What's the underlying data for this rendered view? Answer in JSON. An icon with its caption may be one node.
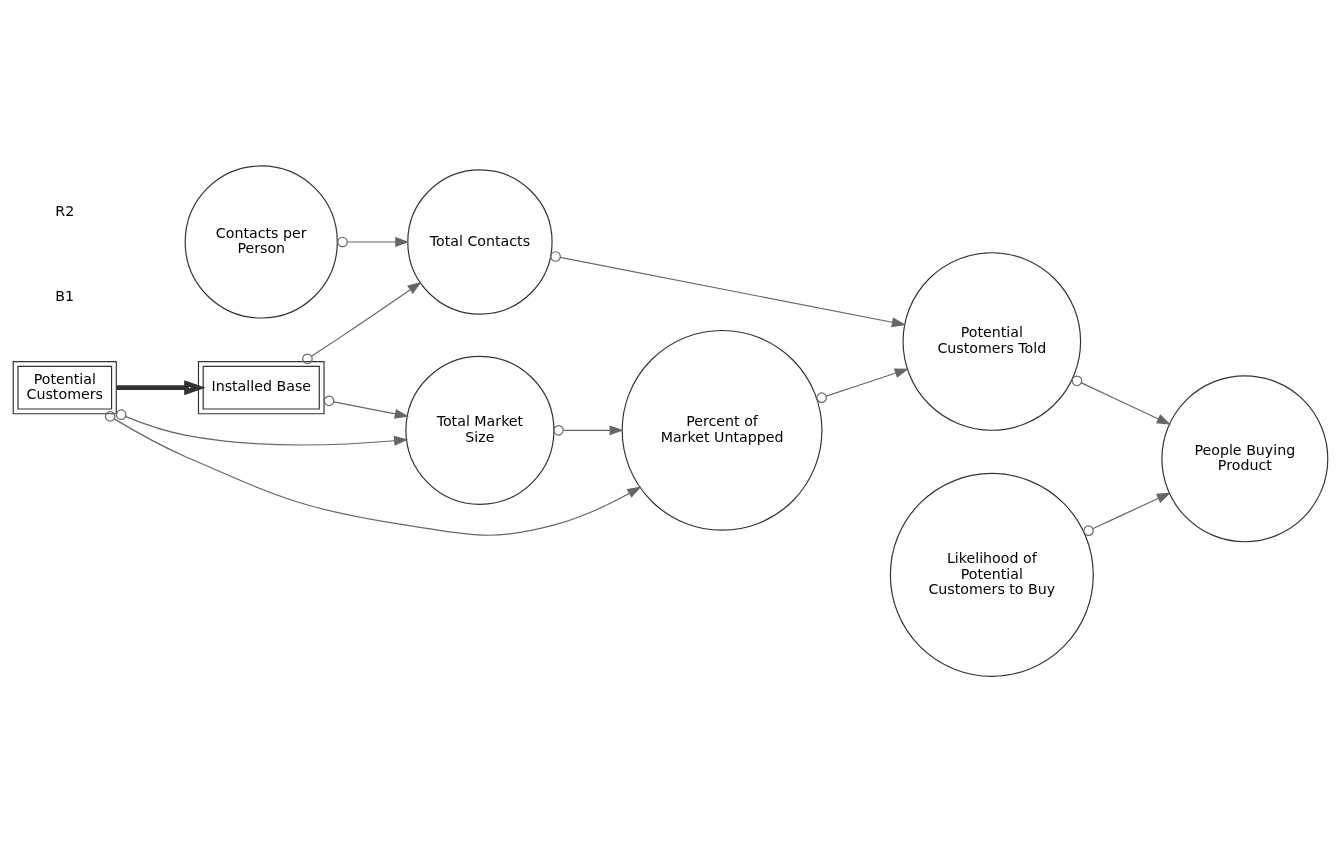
{
  "diagram": {
    "nodes": [
      {
        "text": [
          "Potential Customers"
        ]
      },
      {
        "text": [
          "Installed Base"
        ]
      },
      {
        "text": [
          "Likelihood of Potential Customers to Buy"
        ]
      },
      {
        "text": [
          "People Buying Product"
        ]
      },
      {
        "text": [
          "Percent of Market Untapped"
        ]
      },
      {
        "text": [
          "Potential Customers Told"
        ]
      },
      {
        "text": [
          "Total Contacts"
        ]
      },
      {
        "text": [
          "Contacts per Person"
        ]
      },
      {
        "text": [
          "Total Market Size"
        ]
      }
    ],
    "edges": [
      {
        "from": 0,
        "to": 1,
        "arrow": "to",
        "style": "thick"
      },
      {
        "from": 2,
        "to": 3,
        "arrow": "to"
      },
      {
        "from": 5,
        "to": 3,
        "arrow": "to"
      },
      {
        "from": 0,
        "to": 4,
        "arrow": "to"
      },
      {
        "from": 0,
        "to": 8,
        "arrow": "to"
      },
      {
        "from": 1,
        "to": 6,
        "arrow": "to"
      },
      {
        "from": 1,
        "to": 8,
        "arrow": "to"
      },
      {
        "from": 4,
        "to": 5,
        "arrow": "to"
      },
      {
        "from": 6,
        "to": 5,
        "arrow": "to"
      },
      {
        "from": 7,
        "to": 6,
        "arrow": "to"
      },
      {
        "from": 8,
        "to": 4,
        "arrow": "to"
      }
    ],
    "labels": [
      "B1",
      "R2"
    ]
  }
}
